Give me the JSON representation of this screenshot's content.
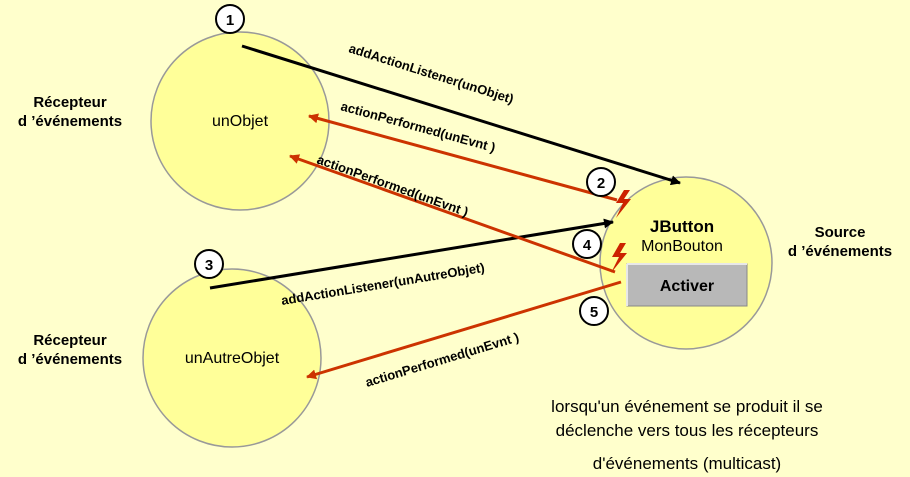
{
  "receiver_top": {
    "name": "unObjet",
    "role_line1": "Récepteur",
    "role_line2": "d ’événements"
  },
  "receiver_bottom": {
    "name": "unAutreObjet",
    "role_line1": "Récepteur",
    "role_line2": "d ’événements"
  },
  "source": {
    "class_name": "JButton",
    "instance_name": "MonBouton",
    "button_label": "Activer",
    "role_line1": "Source",
    "role_line2": "d ’événements"
  },
  "arrows": {
    "add_top": "addActionListener(unObjet)",
    "perf_top_1": "actionPerformed(unEvnt )",
    "perf_top_2": "actionPerformed(unEvnt )",
    "add_bottom": "addActionListener(unAutreObjet)",
    "perf_bottom": "actionPerformed(unEvnt )"
  },
  "steps": [
    "1",
    "2",
    "3",
    "4",
    "5"
  ],
  "note": {
    "line1": "lorsqu'un événement se produit il se",
    "line2": "déclenche vers tous les récepteurs",
    "line3": "d'événements (multicast)"
  },
  "colors": {
    "background": "#FFFFCC",
    "circle_fill": "#FFFF99",
    "circle_stroke": "#999999",
    "red_arrow": "#CC3300",
    "black_arrow": "#000000",
    "button_fill": "#B8B8B8",
    "lightning": "#CC2200"
  }
}
